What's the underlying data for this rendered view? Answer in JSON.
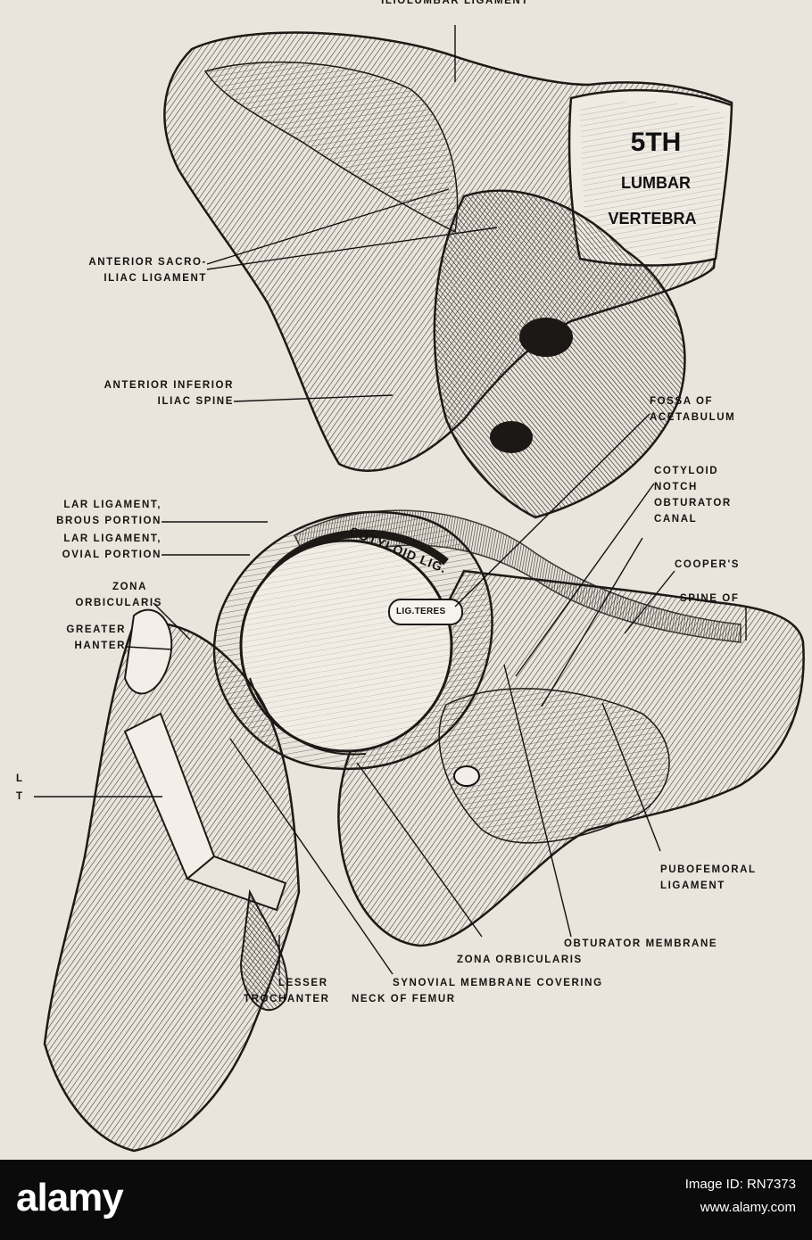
{
  "labels": {
    "iliolumbar_ligament": "ILIOLUMBAR LIGAMENT",
    "vertebra_5th": "5TH",
    "vertebra_lumbar": "LUMBAR",
    "vertebra_vertebra": "VERTEBRA",
    "anterior_sacroiliac_1": "ANTERIOR SACRO-",
    "anterior_sacroiliac_2": "ILIAC LIGAMENT",
    "anterior_inferior_1": "ANTERIOR INFERIOR",
    "anterior_inferior_2": "ILIAC SPINE",
    "fossa_1": "FOSSA OF",
    "fossa_2": "ACETABULUM",
    "cotyloid_notch_1": "COTYLOID",
    "cotyloid_notch_2": "NOTCH",
    "obturator_canal_1": "OBTURATOR",
    "obturator_canal_2": "CANAL",
    "capsular_fibrous_1": "LAR LIGAMENT,",
    "capsular_fibrous_2": "BROUS PORTION",
    "capsular_synovial_1": "LAR LIGAMENT,",
    "capsular_synovial_2": "OVIAL PORTION",
    "zona_left_1": "ZONA",
    "zona_left_2": "ORBICULARIS",
    "greater_trochanter_1": "GREATER",
    "greater_trochanter_2": "HANTER",
    "coopers": "COOPER'S",
    "spine_of": "SPINE OF",
    "cut_label_1": "L",
    "cut_label_2": "T",
    "pubofemoral_1": "PUBOFEMORAL",
    "pubofemoral_2": "LIGAMENT",
    "obturator_membrane": "OBTURATOR MEMBRANE",
    "zona_bottom": "ZONA ORBICULARIS",
    "lesser_1": "LESSER",
    "lesser_2": "TROCHANTER",
    "synovial_1": "SYNOVIAL MEMBRANE COVERING",
    "synovial_2": "NECK OF FEMUR",
    "cotyloid_lig": "COTYLOID LIG.",
    "lig_teres": "LIG.TERES"
  },
  "footer": {
    "logo": "alamy",
    "image_id": "Image ID: RN7373",
    "url": "www.alamy.com"
  },
  "colors": {
    "paper": "#e9e4dc",
    "ink": "#151310",
    "footer_bg": "#0b0b0b",
    "footer_text": "#ffffff"
  }
}
